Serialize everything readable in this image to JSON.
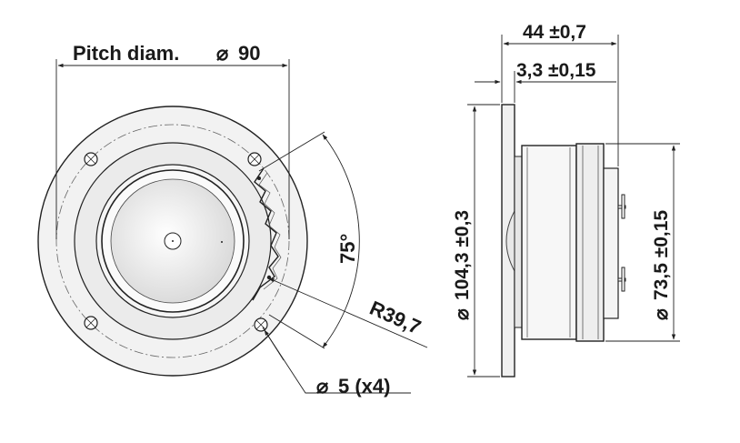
{
  "front_view": {
    "pitch_diameter_label": "Pitch diam.",
    "pitch_diameter_value": "90",
    "angle_label": "75°",
    "radius_label": "R39,7",
    "hole_label": "5 (x4)"
  },
  "side_view": {
    "depth_label": "44 ±0,7",
    "flange_label": "3,3 ±0,15",
    "flange_diameter_label": "104,3 ±0,3",
    "body_diameter_label": "73,5 ±0,15"
  },
  "symbols": {
    "diameter": "⌀"
  }
}
